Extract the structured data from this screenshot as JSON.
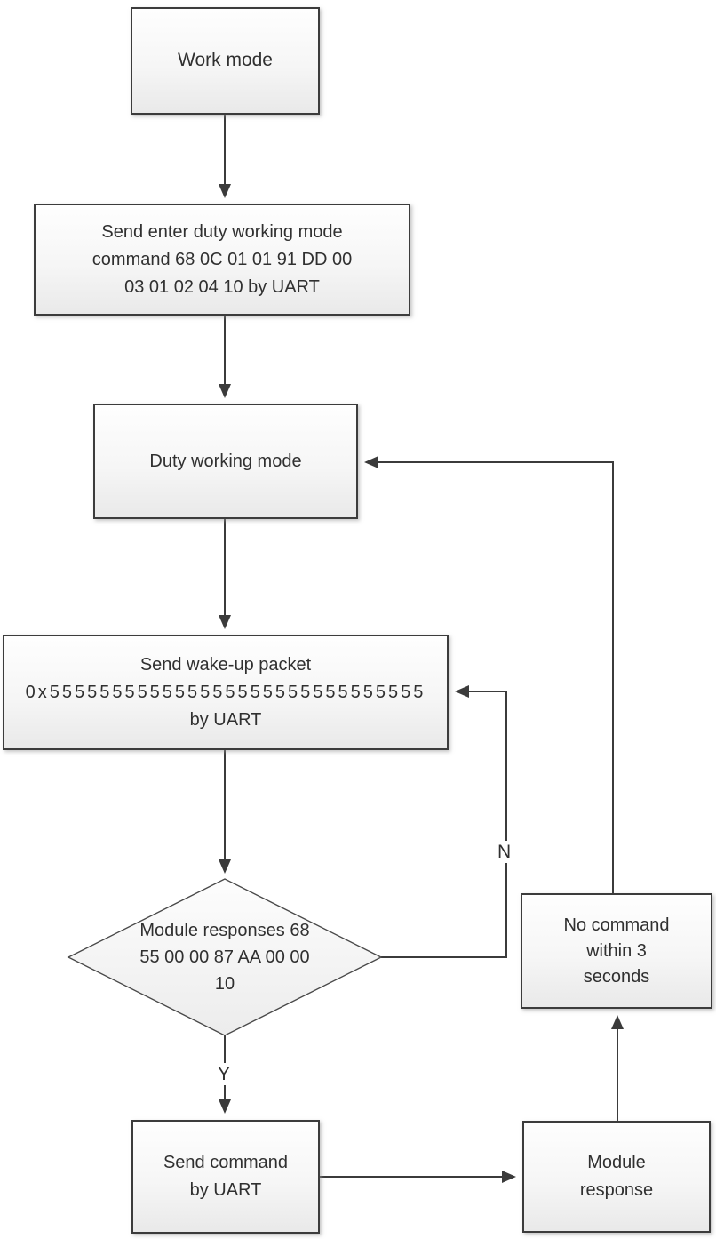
{
  "diagram": {
    "type": "flowchart",
    "nodes": {
      "work_mode": {
        "lines": [
          "Work mode"
        ]
      },
      "send_enter": {
        "lines": [
          "Send enter duty working mode",
          "command 68 0C 01 01 91 DD 00",
          "03 01 02 04 10 by UART"
        ]
      },
      "duty": {
        "lines": [
          "Duty working mode"
        ]
      },
      "wakeup": {
        "lines": [
          "Send wake-up packet",
          "0x555555555555555555555555555555",
          "by UART"
        ]
      },
      "decision": {
        "lines": [
          "Module responses 68",
          "55 00 00 87 AA 00 00",
          "10"
        ]
      },
      "no_command": {
        "lines": [
          "No command",
          "within 3",
          "seconds"
        ]
      },
      "send_command": {
        "lines": [
          "Send command",
          "by UART"
        ]
      },
      "module_response": {
        "lines": [
          "Module",
          "response"
        ]
      }
    },
    "edge_labels": {
      "no": "N",
      "yes": "Y"
    },
    "colors": {
      "node_border": "#3c3c3c",
      "line": "#3b3b3b",
      "text": "#303030",
      "background": "#ffffff"
    }
  }
}
